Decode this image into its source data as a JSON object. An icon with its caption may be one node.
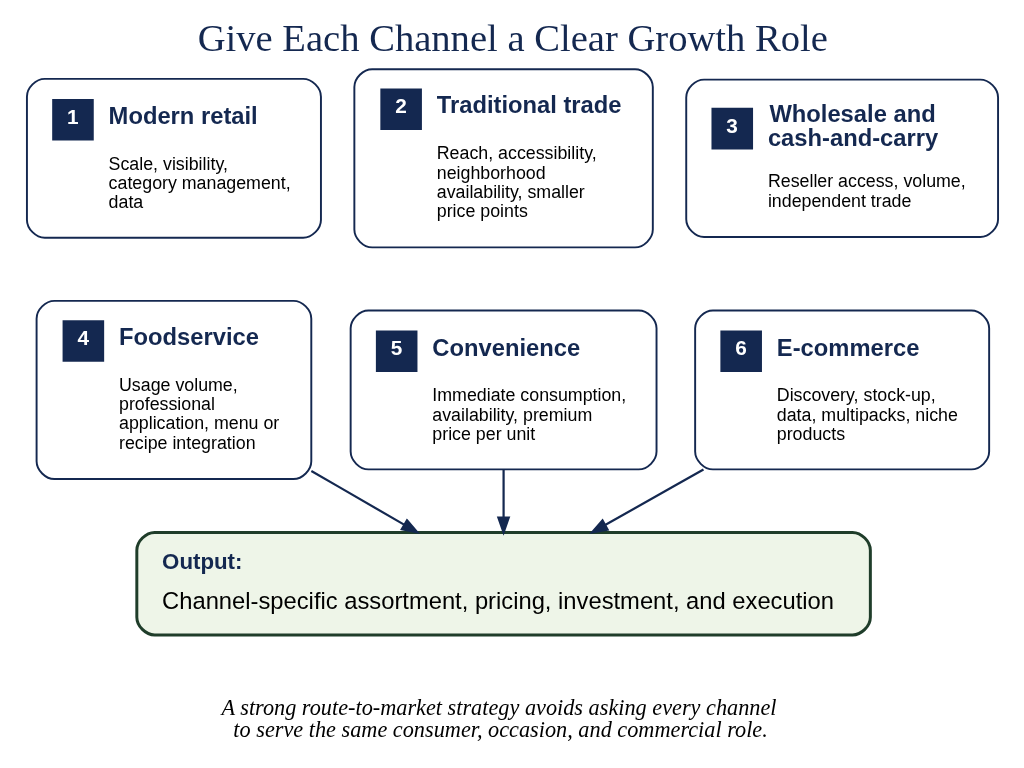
{
  "diagram": {
    "title": "Give Each Channel a Clear Growth Role",
    "caption": "A strong route-to-market strategy avoids asking every channel to serve the same consumer, occasion, and commercial role.",
    "nodes": [
      {
        "text": [
          "1",
          "Modern retail",
          "Scale, visibility, category management, data"
        ]
      },
      {
        "text": [
          "2",
          "Traditional trade",
          "Reach, accessibility, neighborhood availability, smaller price points"
        ]
      },
      {
        "text": [
          "3",
          "Wholesale and cash-and-carry",
          "Reseller access, volume, independent trade"
        ]
      },
      {
        "text": [
          "4",
          "Foodservice",
          "Usage volume, professional application, menu or recipe integration"
        ]
      },
      {
        "text": [
          "5",
          "Convenience",
          "Immediate consumption, availability, premium price per unit"
        ]
      },
      {
        "text": [
          "6",
          "E-commerce",
          "Discovery, stock-up, data, multipacks, niche products"
        ]
      },
      {
        "text": [
          "Output:",
          "Channel-specific assortment, pricing, investment, and execution"
        ]
      }
    ],
    "edges": [
      {
        "from": 3,
        "to": 6,
        "arrow": "to"
      },
      {
        "from": 4,
        "to": 6,
        "arrow": "to"
      },
      {
        "from": 5,
        "to": 6,
        "arrow": "to"
      }
    ]
  }
}
